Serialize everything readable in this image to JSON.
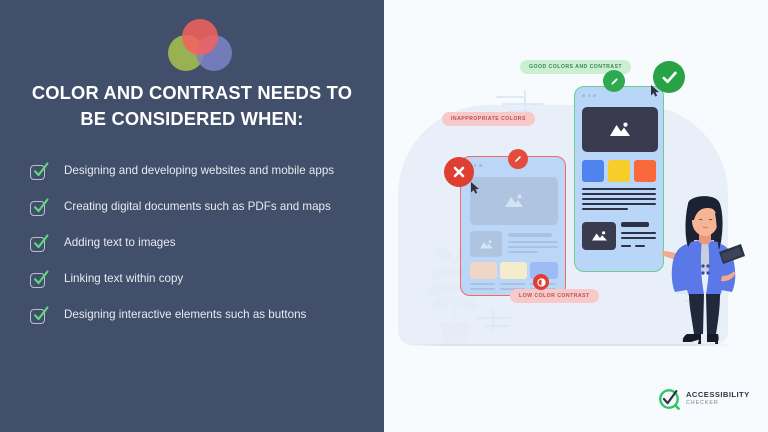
{
  "slide": {
    "title": "COLOR AND CONTRAST NEEDS TO BE CONSIDERED WHEN:",
    "title_line1": "COLOR AND CONTRAST NEEDS TO",
    "title_line2": "BE CONSIDERED WHEN:",
    "bullets": [
      "Designing and developing websites and mobile apps",
      "Creating digital documents such as PDFs and maps",
      "Adding text to images",
      "Linking text within copy",
      "Designing interactive elements such as buttons"
    ],
    "logo_icon": "color-wheel-venn-icon"
  },
  "illustration": {
    "labels": {
      "good": "GOOD COLORS AND CONTRAST",
      "bad": "INAPPROPRIATE COLORS",
      "low": "LOW COLOR CONTRAST"
    },
    "badges": [
      {
        "name": "pencil-badge-good",
        "icon": "pencil-icon",
        "color": "#2fa94f"
      },
      {
        "name": "check-badge-good",
        "icon": "check-icon",
        "color": "#27a244"
      },
      {
        "name": "pencil-badge-bad",
        "icon": "pencil-icon",
        "color": "#e34b3d"
      },
      {
        "name": "x-badge-bad",
        "icon": "close-x-icon",
        "color": "#de3f31"
      },
      {
        "name": "low-contrast-badge",
        "icon": "contrast-icon",
        "color": "#de3f31"
      }
    ],
    "good_card_swatches": [
      "#4f84ee",
      "#f6cd2a",
      "#f9693c"
    ],
    "bad_card_swatches": [
      "#f0d6c6",
      "#f5ecce",
      "#9dbcf5"
    ],
    "person": "woman-presenting-with-tablet"
  },
  "brand": {
    "name": "ACCESSIBILITY",
    "sub": "CHECKER",
    "icon": "accessibility-checker-check-icon",
    "accent": "#2fc46a"
  },
  "colors": {
    "panel_bg": "#414f6b",
    "illustration_bg": "#f7fbfd",
    "blob": "#e8eff9",
    "check_green": "#5ddb7d",
    "good_border": "#6bcf8c",
    "bad_border": "#ef6b63"
  }
}
